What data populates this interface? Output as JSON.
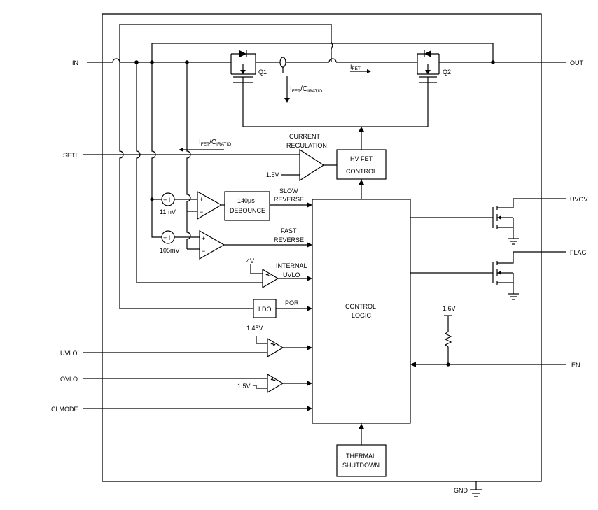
{
  "pins": {
    "in": "IN",
    "out": "OUT",
    "seti": "SETI",
    "uvov": "UVOV",
    "flag": "FLAG",
    "en": "EN",
    "uvlo": "UVLO",
    "ovlo": "OVLO",
    "clmode": "CLMODE",
    "gnd": "GND"
  },
  "transistors": {
    "q1": "Q1",
    "q2": "Q2"
  },
  "currents": {
    "ifet": {
      "main": "I",
      "sub": "FET"
    },
    "ratio_main_1": "I",
    "ratio_sub_1": "FET",
    "ratio_slash": "/C",
    "ratio_sub_2": "IRATIO"
  },
  "blocks": {
    "current_regulation": [
      "CURRENT",
      "REGULATION"
    ],
    "hv_fet_control": [
      "HV FET",
      "CONTROL"
    ],
    "debounce": [
      "140µs",
      "DEBOUNCE"
    ],
    "ldo": "LDO",
    "control_logic": [
      "CONTROL",
      "LOGIC"
    ],
    "thermal_shutdown": [
      "THERMAL",
      "SHUTDOWN"
    ]
  },
  "signals": {
    "slow_reverse": [
      "SLOW",
      "REVERSE"
    ],
    "fast_reverse": [
      "FAST",
      "REVERSE"
    ],
    "internal_uvlo": [
      "INTERNAL",
      "UVLO"
    ],
    "por": "POR"
  },
  "voltages": {
    "v1_5_reg": "1.5V",
    "v11mv": "11mV",
    "v105mv": "105mV",
    "v4": "4V",
    "v1_45": "1.45V",
    "v1_5_ovlo": "1.5V",
    "v1_6": "1.6V"
  },
  "symbols": {
    "plus": "+",
    "minus": "−",
    "source_plus_i": "+ I",
    "hyst": "∫∫"
  }
}
